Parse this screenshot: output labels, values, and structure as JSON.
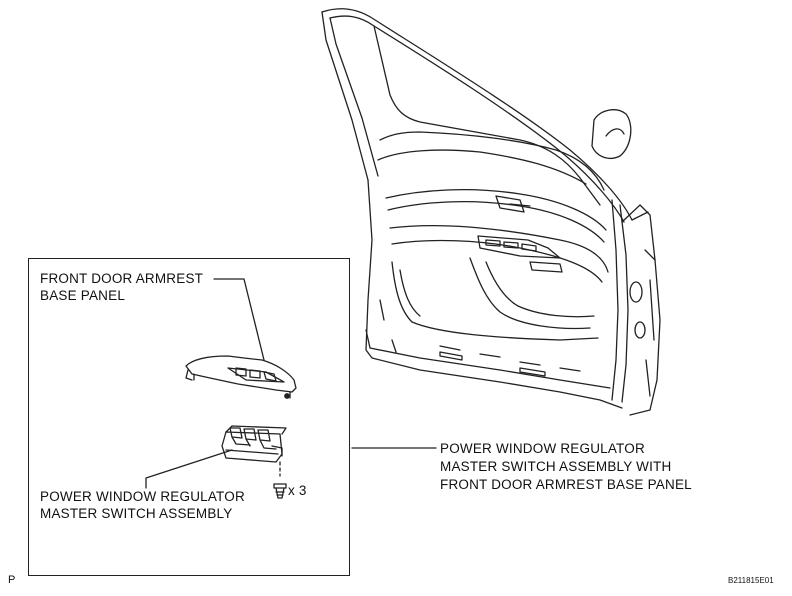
{
  "labels": {
    "armrest_line1": "FRONT DOOR ARMREST",
    "armrest_line2": "BASE PANEL",
    "switch_line1": "POWER WINDOW REGULATOR",
    "switch_line2": "MASTER SWITCH ASSEMBLY",
    "assembly_line1": "POWER WINDOW REGULATOR",
    "assembly_line2": "MASTER SWITCH ASSEMBLY WITH",
    "assembly_line3": "FRONT DOOR ARMREST BASE PANEL",
    "screw_qty": "x 3",
    "corner_mark": "P",
    "figure_code": "B211815E01"
  }
}
